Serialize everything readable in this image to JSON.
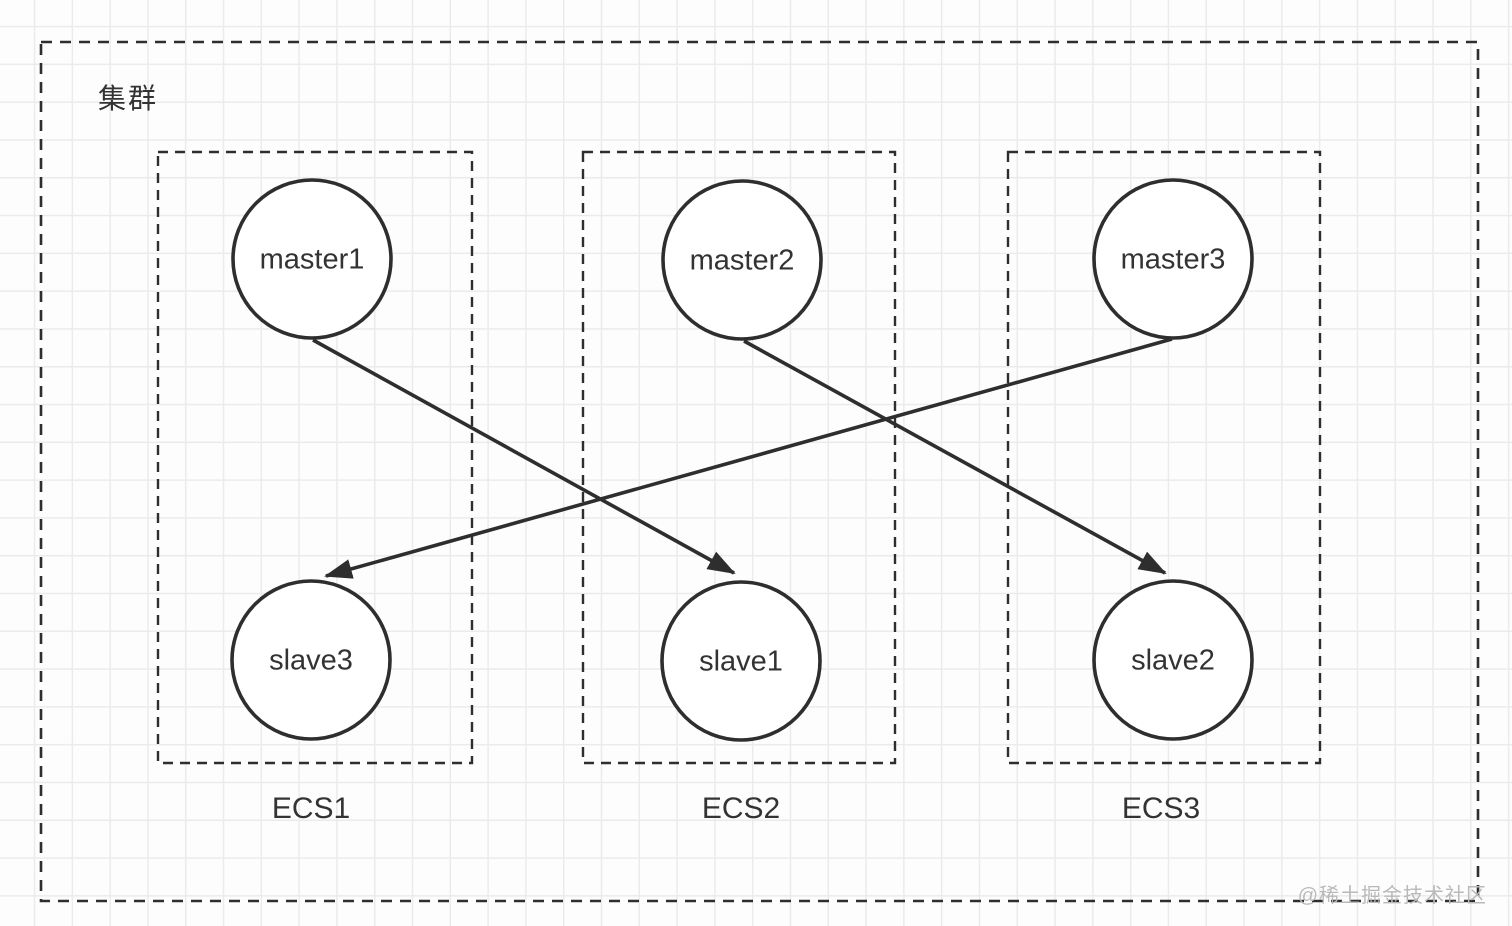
{
  "cluster": {
    "label": "集群"
  },
  "groups": [
    {
      "name": "ECS1",
      "nodes": [
        {
          "label": "master1"
        },
        {
          "label": "slave3"
        }
      ]
    },
    {
      "name": "ECS2",
      "nodes": [
        {
          "label": "master2"
        },
        {
          "label": "slave1"
        }
      ]
    },
    {
      "name": "ECS3",
      "nodes": [
        {
          "label": "master3"
        },
        {
          "label": "slave2"
        }
      ]
    }
  ],
  "edges": [
    {
      "from": "master1",
      "to": "slave1"
    },
    {
      "from": "master2",
      "to": "slave2"
    },
    {
      "from": "master3",
      "to": "slave3"
    }
  ],
  "watermark": {
    "text": "@稀土掘金技术社区"
  },
  "colors": {
    "stroke": "#2e2e2e",
    "grid": "#ebebeb",
    "node_fill": "#ffffff",
    "text": "#333333",
    "watermark": "#b9b9b9",
    "background": "#fdfdfd"
  }
}
